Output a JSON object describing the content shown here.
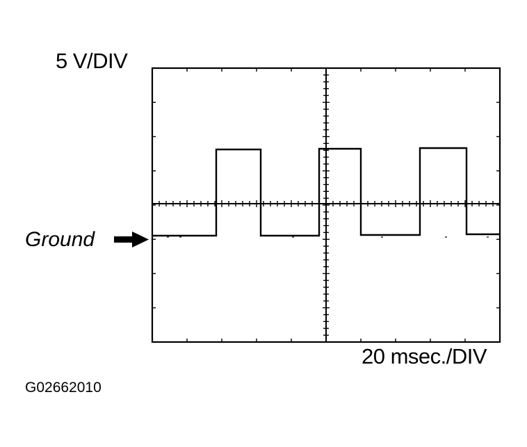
{
  "labels": {
    "volts_per_div": "5 V/DIV",
    "time_per_div": "20 msec./DIV",
    "ground": "Ground",
    "figure_id": "G02662010"
  },
  "icons": {
    "ground_marker": "right-arrow-icon"
  },
  "colors": {
    "ink": "#000000",
    "background": "#ffffff"
  }
}
